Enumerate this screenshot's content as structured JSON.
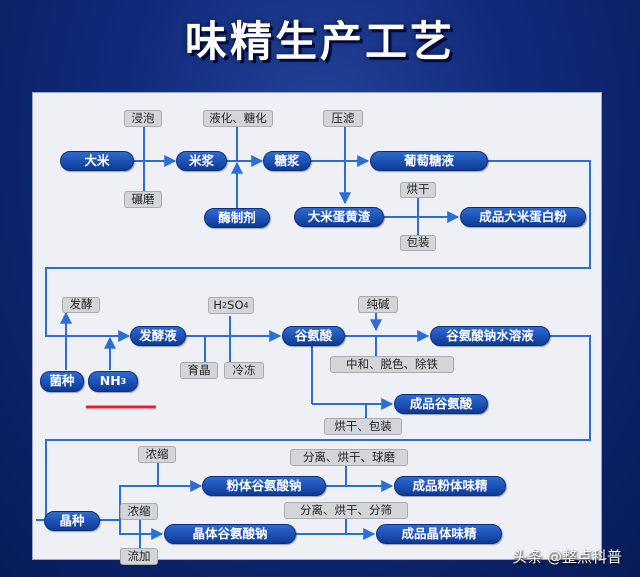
{
  "title": "味精生产工艺",
  "nodes": {
    "rice": "大米",
    "soak": "浸泡",
    "grind": "碾磨",
    "slurry": "米浆",
    "liquefy": "液化、糖化",
    "enzyme": "酶制剂",
    "sugar_slurry": "糖浆",
    "press_filter": "压滤",
    "glucose": "葡萄糖液",
    "protein_residue": "大米蛋黄渣",
    "dry1": "烘干",
    "pack1": "包装",
    "rice_protein": "成品大米蛋白粉",
    "ferment": "发酵",
    "strain": "菌种",
    "nh3_main": "NH",
    "nh3_sub": "3",
    "broth": "发酵液",
    "h2so4_h": "H",
    "h2so4_2": "2",
    "h2so4_so": "SO",
    "h2so4_4": "4",
    "seed_crystal": "育晶",
    "freeze": "冷冻",
    "glutamic_acid": "谷氨酸",
    "soda": "纯碱",
    "neutralize": "中和、脱色、除铁",
    "msg_solution": "谷氨酸钠水溶液",
    "glu_product": "成品谷氨酸",
    "dry_pack": "烘干、包装",
    "concentrate1": "浓缩",
    "powder_msg": "粉体谷氨酸钠",
    "sep_dry_sieve": "分离、烘干、球磨",
    "powder_product": "成品粉体味精",
    "seed": "晶种",
    "concentrate2": "浓缩",
    "crystal_msg": "晶体谷氨酸钠",
    "sep_dry_split": "分离、烘干、分筛",
    "crystal_product": "成品晶体味精",
    "flow_add": "流加"
  },
  "watermark": "头条 @整点科普",
  "colors": {
    "pill": "#1e52b8",
    "grey_box": "#d4d5d9",
    "line": "#2b6fd6",
    "underline": "#e0242a",
    "background": "#102a7a"
  }
}
